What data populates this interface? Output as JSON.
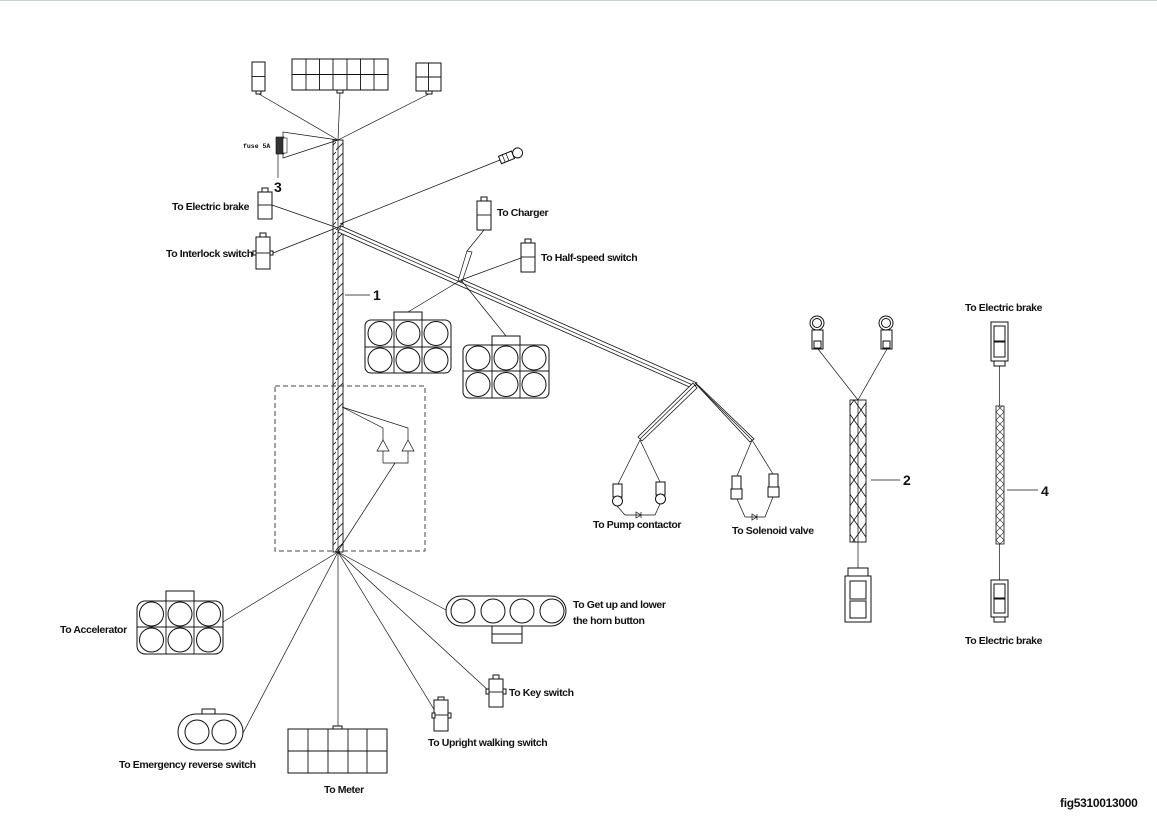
{
  "figure_id": "fig5310013000",
  "callouts": {
    "harness_1": "1",
    "harness_2": "2",
    "fuse_3": "3",
    "harness_4": "4"
  },
  "fuse_label": "fuse 5A",
  "labels": {
    "electric_brake_main": "To Electric brake",
    "interlock_switch": "To Interlock switch",
    "charger": "To Charger",
    "half_speed_switch": "To Half-speed switch",
    "pump_contactor": "To Pump contactor",
    "solenoid_valve": "To Solenoid valve",
    "accelerator": "To Accelerator",
    "get_up_lower_line1": "To Get up and lower",
    "get_up_lower_line2": "the horn button",
    "key_switch": "To Key switch",
    "upright_walking_switch": "To Upright walking switch",
    "emergency_reverse_switch": "To Emergency reverse switch",
    "meter": "To Meter",
    "electric_brake_top": "To Electric brake",
    "electric_brake_bottom": "To Electric brake"
  },
  "colors": {
    "line": "#111111",
    "background": "#ffffff",
    "top_border": "#c8d0d6"
  }
}
